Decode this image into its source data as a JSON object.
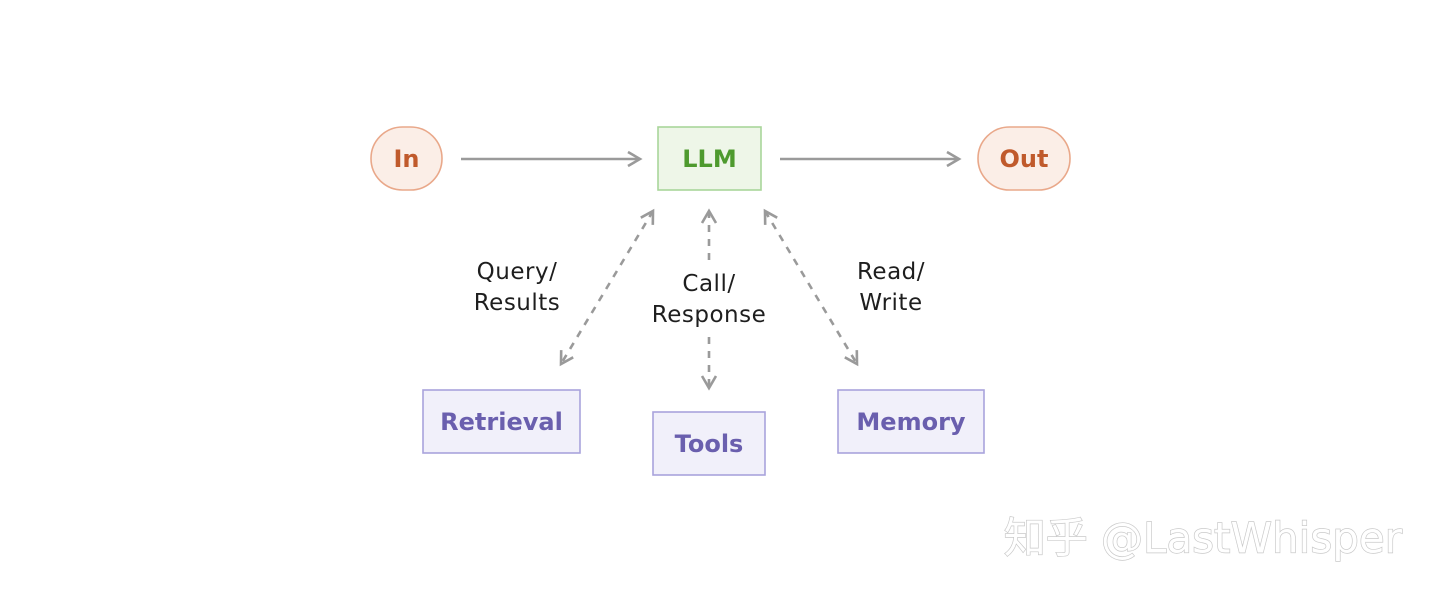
{
  "nodes": {
    "in": {
      "label": "In"
    },
    "llm": {
      "label": "LLM"
    },
    "out": {
      "label": "Out"
    },
    "retrieval": {
      "label": "Retrieval"
    },
    "tools": {
      "label": "Tools"
    },
    "memory": {
      "label": "Memory"
    }
  },
  "edges": {
    "retrieval": {
      "line1": "Query/",
      "line2": "Results"
    },
    "tools": {
      "line1": "Call/",
      "line2": "Response"
    },
    "memory": {
      "line1": "Read/",
      "line2": "Write"
    }
  },
  "colors": {
    "io_fill": "#fbeee7",
    "io_stroke": "#e9a88a",
    "io_text": "#c05a2c",
    "llm_fill": "#eef6e8",
    "llm_stroke": "#a9d69a",
    "llm_text": "#4e9a2e",
    "aug_fill": "#f1f0fa",
    "aug_stroke": "#a9a3dc",
    "aug_text": "#6a5fae",
    "arrow": "#9a9a9a"
  },
  "watermark": "知乎 @LastWhisper"
}
